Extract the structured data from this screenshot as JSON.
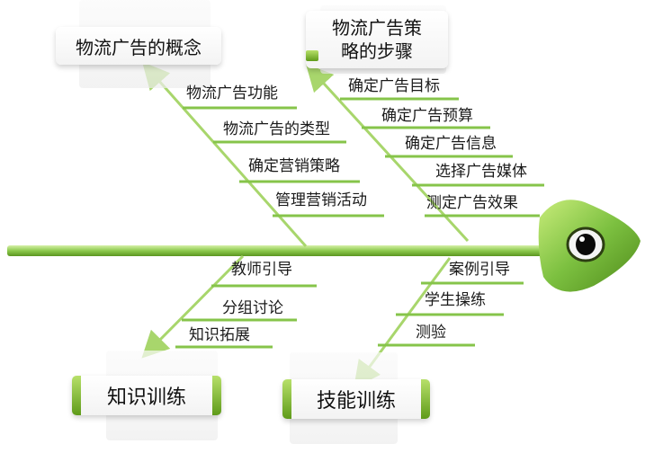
{
  "boxes": {
    "concept": "物流广告的概念",
    "steps_line1": "物流广告策",
    "steps_line2": "略的步骤",
    "knowledge": "知识训练",
    "skill": "技能训练"
  },
  "branches": {
    "concept_items": [
      "物流广告功能",
      "物流广告的类型",
      "确定营销策略",
      "管理营销活动"
    ],
    "steps_items": [
      "确定广告目标",
      "确定广告预算",
      "确定广告信息",
      "选择广告媒体",
      "测定广告效果"
    ],
    "knowledge_items": [
      "教师引导",
      "分组讨论",
      "知识拓展"
    ],
    "skill_items": [
      "案例引导",
      "学生操练",
      "测验"
    ]
  },
  "colors": {
    "spine": "#7cc242",
    "branch": "#86c44a",
    "arrow": "#a8d66c",
    "fish_head": "#7bc043"
  }
}
